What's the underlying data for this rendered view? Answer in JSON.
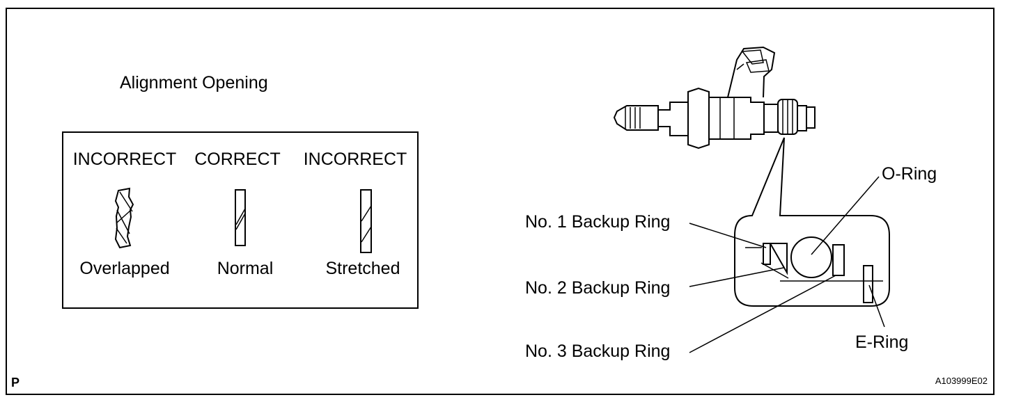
{
  "alignment": {
    "title": "Alignment Opening",
    "columns": [
      {
        "status": "INCORRECT",
        "caption": "Overlapped"
      },
      {
        "status": "CORRECT",
        "caption": "Normal"
      },
      {
        "status": "INCORRECT",
        "caption": "Stretched"
      }
    ]
  },
  "injector": {
    "labels": {
      "o_ring": "O-Ring",
      "backup_1": "No. 1 Backup Ring",
      "backup_2": "No. 2 Backup Ring",
      "backup_3": "No. 3 Backup Ring",
      "e_ring": "E-Ring"
    }
  },
  "footer": {
    "figure_code": "A103999E02",
    "corner_mark": "P"
  }
}
